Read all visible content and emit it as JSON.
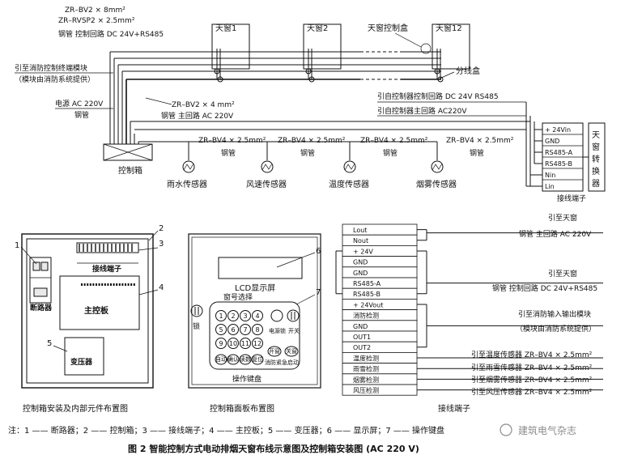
{
  "top": {
    "cable_notes": {
      "line1": "ZR–BV2 × 8mm²",
      "line2": "ZR–RVSP2 × 2.5mm²",
      "line3": "钢管  控制回路 DC 24V+RS485"
    },
    "skylights": [
      "天窗1",
      "天窗2",
      "天窗12"
    ],
    "skylight_control_box": "天窗控制盒",
    "junction_box": "分线盒",
    "fire_link": {
      "line1": "引至消防控制终端模块",
      "line2": "（模块由消防系统提供）"
    },
    "power": {
      "line1": "电源 AC 220V",
      "line2": "钢管"
    },
    "main_circuit": {
      "line1": "ZR–BV2 × 4 mm²",
      "line2": "钢管  主回路 AC 220V"
    },
    "from_ctrl_control": "引自控制器控制回路 DC 24V  RS485",
    "from_ctrl_main": "引自控制器主回路 AC220V",
    "sensor_cable": "ZR–BV4 × 2.5mm²",
    "sensor_pipe": "钢管",
    "control_box": "控制箱",
    "sensors": [
      "雨水传感器",
      "风速传感器",
      "温度传感器",
      "烟雾传感器"
    ],
    "skylight_terminal": {
      "pins": [
        "+ 24Vin",
        "GND",
        "RS485-A",
        "RS485-B",
        "Nin",
        "Lin"
      ],
      "vertical_label": "天窗转换器",
      "caption": "接线端子"
    }
  },
  "cabinet": {
    "labels": {
      "terminal": "接线端子",
      "main_board": "主控板",
      "breaker": "断路器",
      "transformer": "变压器"
    },
    "callouts": [
      "1",
      "2",
      "3",
      "4",
      "5"
    ],
    "caption": "控制箱安装及内部元件布置图"
  },
  "panel": {
    "lcd": "LCD显示屏",
    "window_select": "窗号选择",
    "lock": "锁",
    "keys": [
      "1",
      "2",
      "3",
      "4",
      "5",
      "6",
      "7",
      "8",
      "9",
      "10",
      "11",
      "12"
    ],
    "func_keys": [
      "自动",
      "确认",
      "读数",
      "复位"
    ],
    "power_lock": "电源锁",
    "switch": "开关",
    "open": "开窗",
    "close": "关窗",
    "fire_emergency": "消防紧急启动",
    "keyboard": "操作键盘",
    "callouts": [
      "6",
      "7"
    ],
    "caption": "控制箱面板布置图"
  },
  "terminal": {
    "rows": [
      "Lout",
      "Nout",
      "+ 24V",
      "GND",
      "GND",
      "RS485-A",
      "RS485-B",
      "+ 24Vout",
      "消防检测",
      "GND",
      "OUT1",
      "OUT2",
      "温度检测",
      "雨雪检测",
      "烟雾检测",
      "风压检测"
    ],
    "to_skylight_main": {
      "line1": "引至天窗",
      "line2": "钢管  主回路 AC 220V"
    },
    "to_skylight_ctrl": {
      "line1": "引至天窗",
      "line2": "钢管  控制回路 DC 24V+RS485"
    },
    "to_fire_module": {
      "line1": "引至消防输入输出模块",
      "line2": "（模块由消防系统提供）"
    },
    "to_sensors": [
      "引至温度传感器  ZR–BV4 × 2.5mm²",
      "引至雨雪传感器  ZR–BV4 × 2.5mm²",
      "引至烟雾传感器  ZR–BV4 × 2.5mm²",
      "引至风压传感器  ZR–BV4 × 2.5mm²"
    ],
    "caption": "接线端子"
  },
  "note": "注：1 —— 断路器；2 —— 控制箱；3 —— 接线端子；4 —— 主控板；5 —— 变压器；6 —— 显示屏；7 —— 操作键盘",
  "watermark": "建筑电气杂志",
  "figure_title": "图 2   智能控制方式电动排烟天窗布线示意图及控制箱安装图 (AC 220 V)"
}
